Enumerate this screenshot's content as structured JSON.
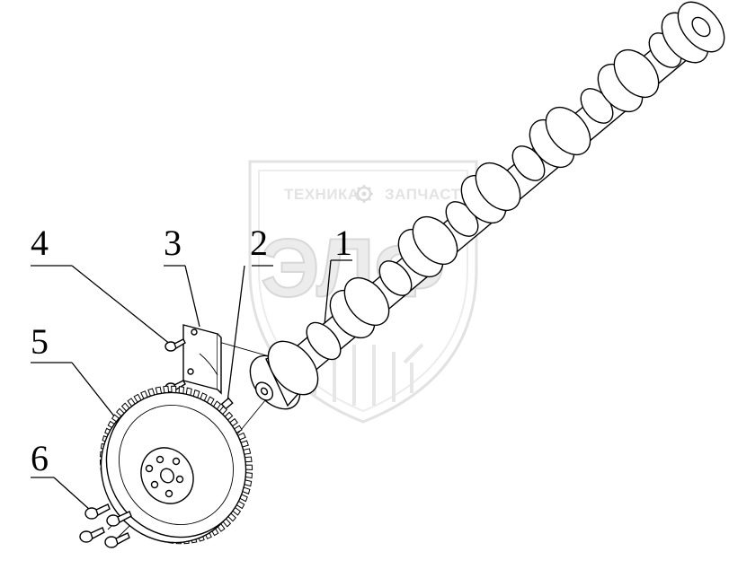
{
  "watermark": {
    "line1_left": "ТЕХНИКА",
    "line1_right": "ЗАПЧАСТИ",
    "logo": "ЭЛФ",
    "gear_icon": "gear-icon",
    "color": "#d9d9d9"
  },
  "callouts": [
    {
      "id": "1",
      "label": "1",
      "part": "camshaft"
    },
    {
      "id": "2",
      "label": "2",
      "part": "pin"
    },
    {
      "id": "3",
      "label": "3",
      "part": "thrust-plate"
    },
    {
      "id": "4",
      "label": "4",
      "part": "plate-bolt"
    },
    {
      "id": "5",
      "label": "5",
      "part": "camshaft-gear"
    },
    {
      "id": "6",
      "label": "6",
      "part": "gear-bolt"
    }
  ],
  "colors": {
    "line": "#000000",
    "background": "#ffffff"
  }
}
